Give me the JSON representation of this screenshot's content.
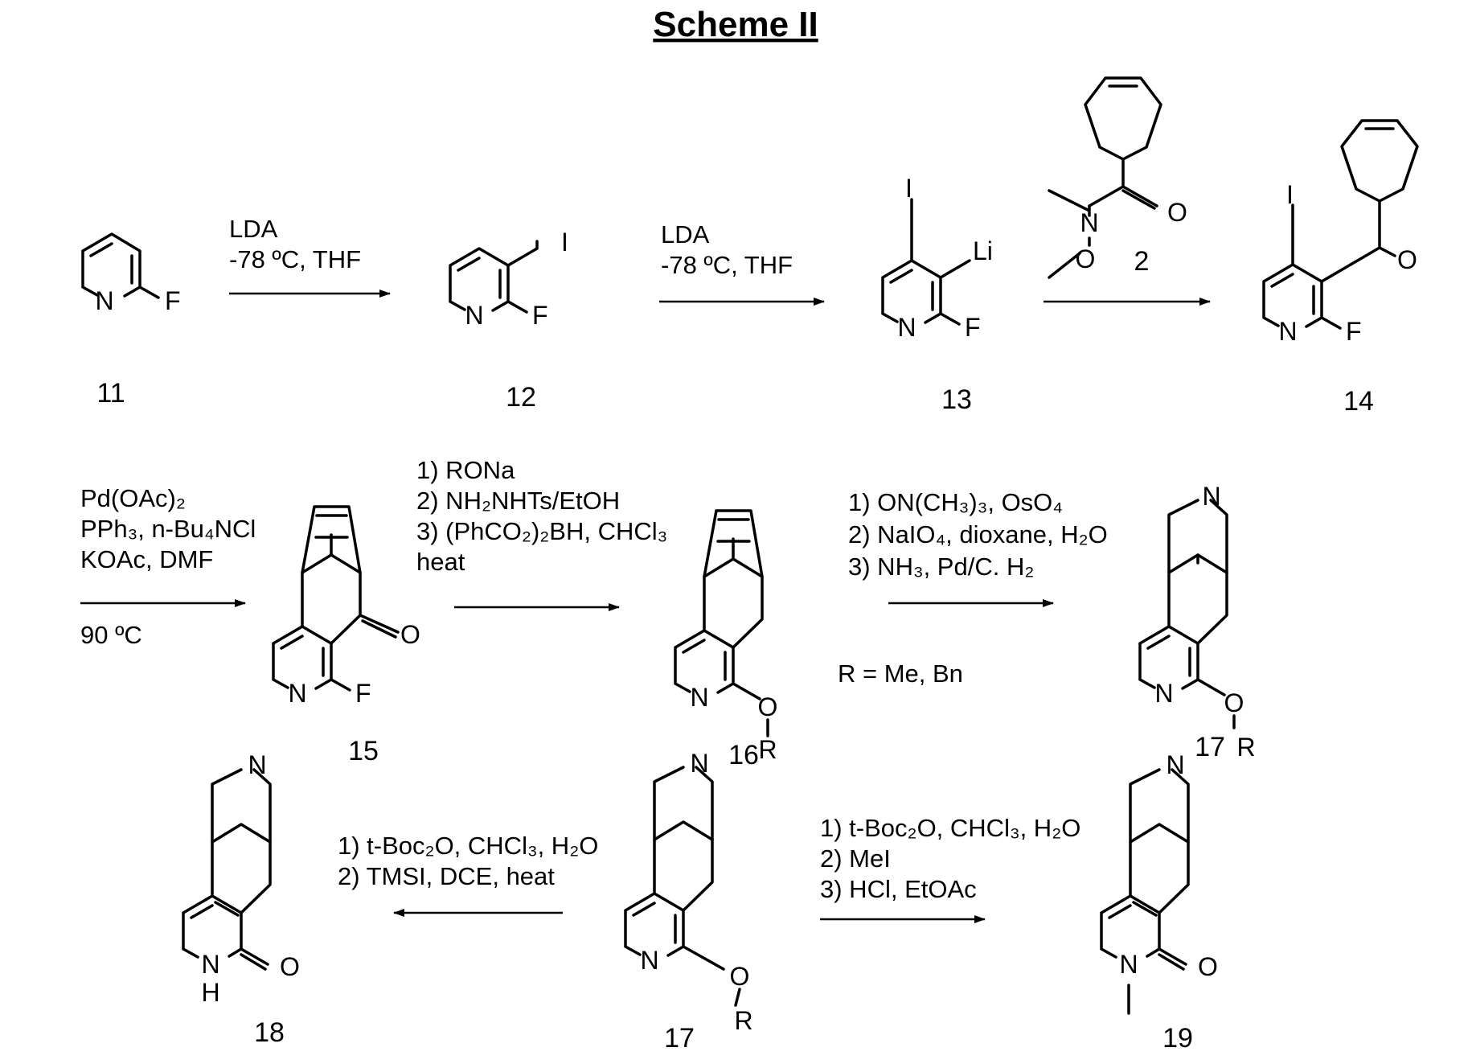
{
  "title": "Scheme II",
  "compounds": {
    "c11": "11",
    "c12": "12",
    "c13": "13",
    "c2": "2",
    "c14": "14",
    "c15": "15",
    "c16": "16",
    "c17a": "17",
    "c17b": "17",
    "c18": "18",
    "c19": "19"
  },
  "atoms": {
    "N": "N",
    "F": "F",
    "I": "I",
    "Li": "Li",
    "O": "O",
    "R": "R",
    "H": "H"
  },
  "conditions": {
    "step1": [
      "LDA",
      "-78 ºC, THF"
    ],
    "step2": [
      "LDA",
      "-78 ºC, THF"
    ],
    "step4": [
      "Pd(OAc)₂",
      "PPh₃, n-Bu₄NCl",
      "KOAc, DMF",
      "90 ºC"
    ],
    "step5": [
      "1) RONa",
      "2) NH₂NHTs/EtOH",
      "3) (PhCO₂)₂BH, CHCl₃",
      "heat"
    ],
    "step6": [
      "1) ON(CH₃)₃, OsO₄",
      "2) NaIO₄, dioxane, H₂O",
      "3) NH₃, Pd/C. H₂"
    ],
    "step7": [
      "1) t-Boc₂O, CHCl₃, H₂O",
      "2) TMSI, DCE, heat"
    ],
    "step8": [
      "1) t-Boc₂O, CHCl₃, H₂O",
      "2) MeI",
      "3) HCl, EtOAc"
    ]
  },
  "r_definition": "R = Me, Bn"
}
